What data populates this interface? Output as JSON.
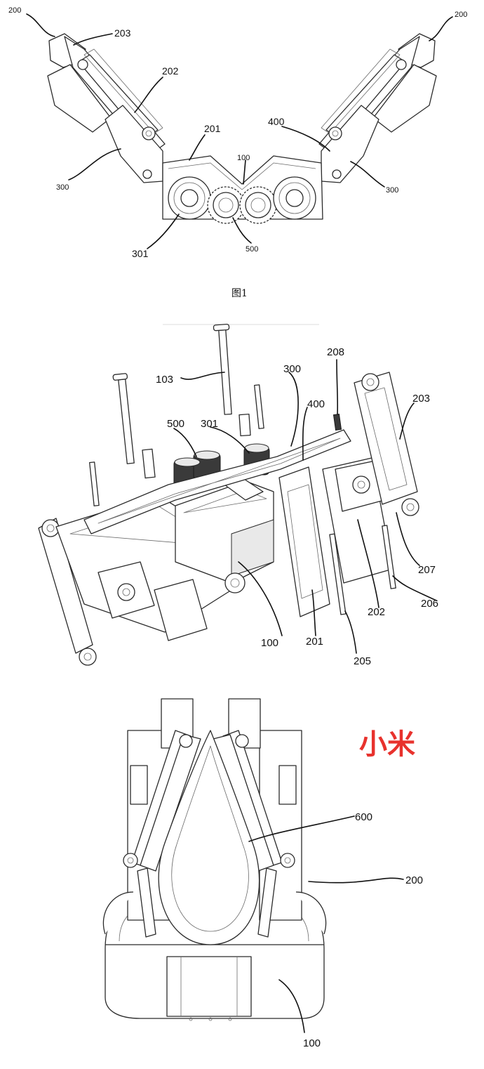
{
  "figure1": {
    "caption": "图1",
    "labels": {
      "l200a": "200",
      "l203": "203",
      "l202": "202",
      "l201": "201",
      "l300a": "300",
      "l400": "400",
      "l100": "100",
      "l200b": "200",
      "l300b": "300",
      "l301": "301",
      "l500": "500"
    }
  },
  "figure2": {
    "labels": {
      "l103": "103",
      "l300": "300",
      "l208": "208",
      "l203": "203",
      "l400": "400",
      "l500": "500",
      "l301": "301",
      "l207": "207",
      "l206": "206",
      "l202": "202",
      "l100": "100",
      "l201": "201",
      "l205": "205"
    }
  },
  "figure3": {
    "brand": "小米",
    "brand_color": "#e8322d",
    "labels": {
      "l600": "600",
      "l200": "200",
      "l100": "100"
    }
  }
}
